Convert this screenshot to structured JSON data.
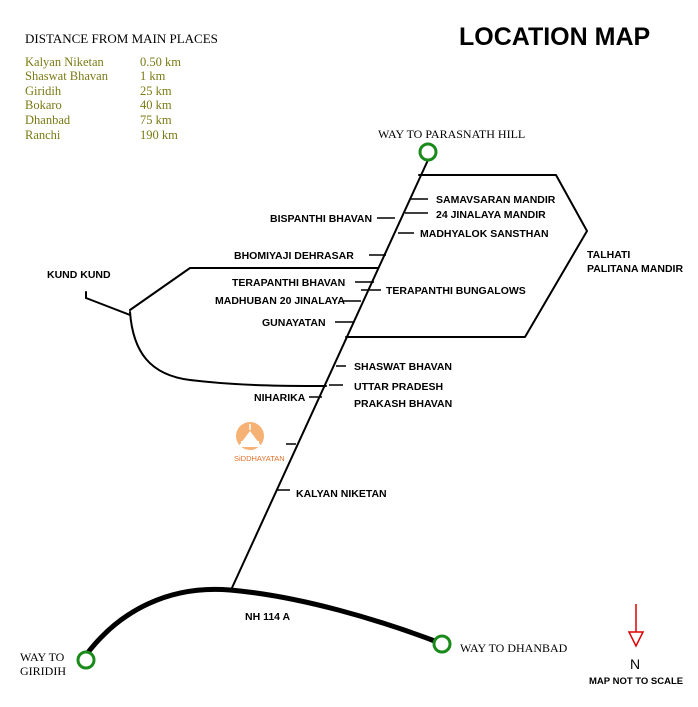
{
  "title": "LOCATION MAP",
  "distance_table": {
    "heading": "DISTANCE FROM MAIN PLACES",
    "rows": [
      {
        "place": "Kalyan Niketan",
        "distance": "0.50 km"
      },
      {
        "place": "Shaswat Bhavan",
        "distance": "1 km"
      },
      {
        "place": "Giridih",
        "distance": "25 km"
      },
      {
        "place": "Bokaro",
        "distance": "40 km"
      },
      {
        "place": "Dhanbad",
        "distance": "75 km"
      },
      {
        "place": "Ranchi",
        "distance": "190 km"
      }
    ]
  },
  "places": {
    "way_to_parasnath": "WAY TO PARASNATH HILL",
    "samavsaran": "SAMAVSARAN MANDIR",
    "jinalaya24": "24 JINALAYA MANDIR",
    "madhyalok": "MADHYALOK SANSTHAN",
    "bispanthi": "BISPANTHI BHAVAN",
    "bhomiyaji": "BHOMIYAJI DEHRASAR",
    "kund_kund": "KUND KUND",
    "terapanthi_bhavan": "TERAPANTHI BHAVAN",
    "terapanthi_bungalows": "TERAPANTHI BUNGALOWS",
    "madhuban": "MADHUBAN 20 JINALAYA",
    "gunayatan": "GUNAYATAN",
    "talhati_1": "TALHATI",
    "talhati_2": "PALITANA MANDIR",
    "shaswat": "SHASWAT BHAVAN",
    "uttar_1": "UTTAR PRADESH",
    "uttar_2": "PRAKASH BHAVAN",
    "niharika": "NIHARIKA",
    "kalyan": "KALYAN NIKETAN",
    "nh": "NH 114 A",
    "way_to_giridih_1": "WAY TO",
    "way_to_giridih_2": "GIRIDIH",
    "way_to_dhanbad": "WAY TO DHANBAD"
  },
  "logo": {
    "name": "SiDDHAYATAN",
    "icon": "siddhayatan-temple-logo-icon"
  },
  "compass": {
    "letter": "N",
    "icon": "north-arrow-icon",
    "color": "#e00000"
  },
  "scale_note": "MAP NOT TO SCALE",
  "colors": {
    "node_ring": "#1a8a1a",
    "distance_text": "#7a7a14",
    "logo": "#e0702a",
    "north_arrow": "#e00000"
  }
}
